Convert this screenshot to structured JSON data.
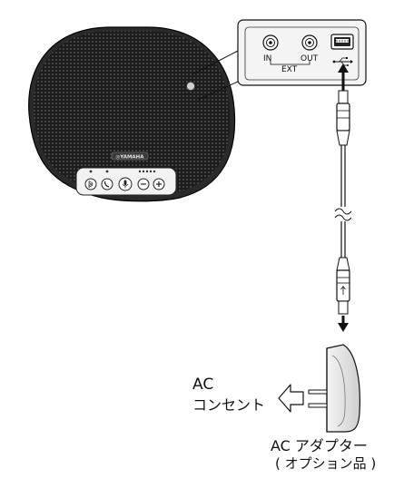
{
  "device": {
    "brand": "YAMAHA"
  },
  "panel": {
    "jack_in_label": "IN",
    "jack_out_label": "OUT",
    "ext_label": "EXT"
  },
  "ac_outlet": {
    "line1": "AC",
    "line2": "コンセント"
  },
  "adapter": {
    "line1": "AC アダプター",
    "line2": "( オプション品 )"
  },
  "colors": {
    "speaker_body": "#1a1a1a",
    "grille_dot": "#5a5a5a",
    "line": "#111111",
    "panel_fill": "#f4f4f4",
    "adapter_fill": "#e8e8e8"
  }
}
